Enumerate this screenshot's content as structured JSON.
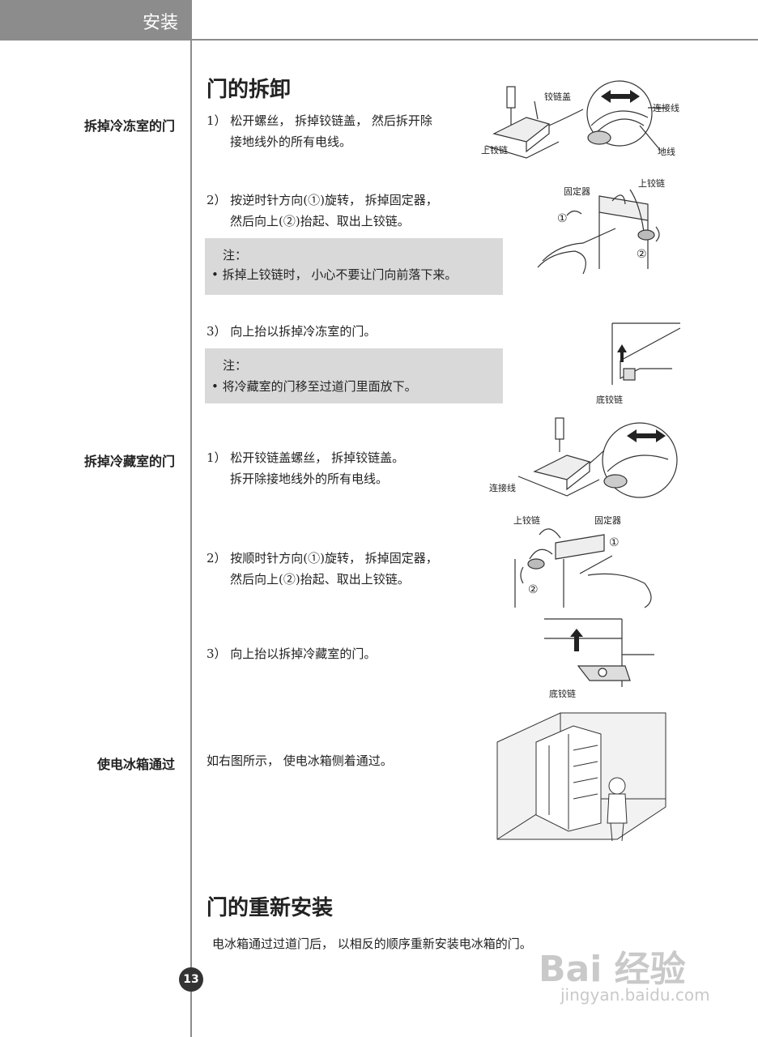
{
  "header": {
    "tab": "安装"
  },
  "section1": {
    "title": "门的拆卸",
    "freezer": {
      "label": "拆掉冷冻室的门",
      "step1": [
        "1） 松开螺丝， 拆掉铰链盖， 然后拆开除",
        "接地线外的所有电线。"
      ],
      "step2": [
        "2） 按逆时针方向(①)旋转， 拆掉固定器，",
        "然后向上(②)抬起、取出上铰链。"
      ],
      "note1": {
        "title": "注：",
        "text": "拆掉上铰链时， 小心不要让门向前落下来。"
      },
      "step3": "3） 向上抬以拆掉冷冻室的门。",
      "note2": {
        "title": "注：",
        "text": "将冷藏室的门移至过道门里面放下。"
      }
    },
    "fridge": {
      "label": "拆掉冷藏室的门",
      "step1": [
        "1） 松开铰链盖螺丝， 拆掉铰链盖。",
        "拆开除接地线外的所有电线。"
      ],
      "step2": [
        "2） 按顺时针方向(①)旋转， 拆掉固定器，",
        "然后向上(②)抬起、取出上铰链。"
      ],
      "step3": "3） 向上抬以拆掉冷藏室的门。"
    },
    "pass": {
      "label": "使电冰箱通过",
      "text": "如右图所示， 使电冰箱侧着通过。"
    }
  },
  "figures": {
    "fig1": {
      "hinge_cover": "铰链盖",
      "upper_hinge": "上铰链",
      "connect_wire": "连接线",
      "ground_wire": "地线"
    },
    "fig2": {
      "fixer": "固定器",
      "upper_hinge": "上铰链",
      "c1": "①",
      "c2": "②"
    },
    "fig3": {
      "bottom_hinge": "底铰链"
    },
    "fig4": {
      "connect_wire": "连接线"
    },
    "fig5": {
      "upper_hinge": "上铰链",
      "fixer": "固定器",
      "c1": "①",
      "c2": "②"
    },
    "fig6": {
      "bottom_hinge": "底铰链"
    }
  },
  "section2": {
    "title": "门的重新安装",
    "text": "电冰箱通过过道门后， 以相反的顺序重新安装电冰箱的门。"
  },
  "page_number": "13",
  "watermark": {
    "brand": "Bai  经验",
    "url": "jingyan.baidu.com"
  }
}
